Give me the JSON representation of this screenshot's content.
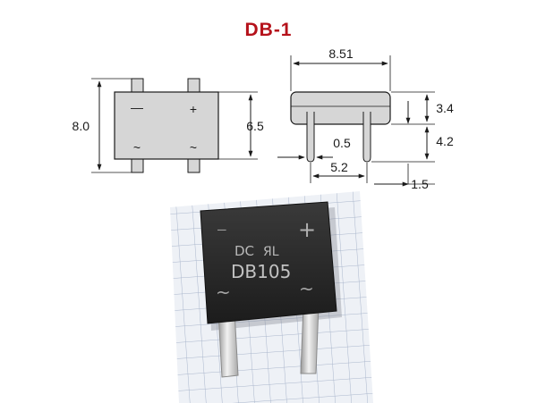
{
  "title": "DB-1",
  "top_view": {
    "height_label": "8.0",
    "pin_pitch_label": "6.5",
    "minus_symbol": "—",
    "plus_symbol": "+",
    "ac_left_symbol": "~",
    "ac_right_symbol": "~"
  },
  "side_view": {
    "width_label": "8.51",
    "body_height_label": "3.4",
    "lead_length_label": "4.2",
    "lead_width_label": "0.5",
    "lead_spacing_label": "5.2",
    "standoff_label": "1.5"
  },
  "photo": {
    "marking_line1": "DC",
    "ul_mark": "ЯL",
    "marking_line2": "DB105",
    "minus_symbol": "—",
    "plus_symbol": "+",
    "ac_symbol": "~",
    "colors": {
      "body": "#262626",
      "grid_paper": "#eef1f6",
      "grid_line": "#aab6cc",
      "lead": "#cfcfcf"
    }
  },
  "colors": {
    "title": "#b5121b",
    "package_fill": "#d6d6d6",
    "line": "#1a1a1a"
  }
}
